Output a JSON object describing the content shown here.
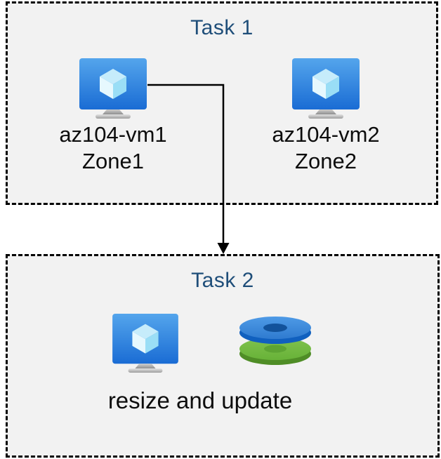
{
  "task1": {
    "title": "Task 1",
    "vms": [
      {
        "name": "az104-vm1",
        "zone": "Zone1",
        "icon": "virtual-machine-icon"
      },
      {
        "name": "az104-vm2",
        "zone": "Zone2",
        "icon": "virtual-machine-icon"
      }
    ]
  },
  "task2": {
    "title": "Task 2",
    "caption": "resize and update",
    "icons": [
      "virtual-machine-icon",
      "disks-icon"
    ]
  },
  "connector": {
    "from": "az104-vm1",
    "to": "Task 2",
    "style": "elbow-arrow-down"
  },
  "colors": {
    "background": "#ffffff",
    "box_fill": "#f2f2f2",
    "box_border": "#000000",
    "title_text": "#1f4e79",
    "label_text": "#0d0d0d",
    "vm_screen_top": "#54a5ec",
    "vm_screen_bottom": "#1a6cd4",
    "cube_top": "#c6ecfb",
    "cube_left": "#e6f8fe",
    "cube_right": "#9adef6",
    "stand_gray": "#b0b0b0",
    "disk_blue_top": "#3d87d8",
    "disk_blue_side": "#1060bf",
    "disk_blue_hole": "#12529b",
    "disk_green_top": "#72b943",
    "disk_green_side": "#4f8d26",
    "disk_green_hole": "#5da433",
    "arrow": "#000000"
  }
}
